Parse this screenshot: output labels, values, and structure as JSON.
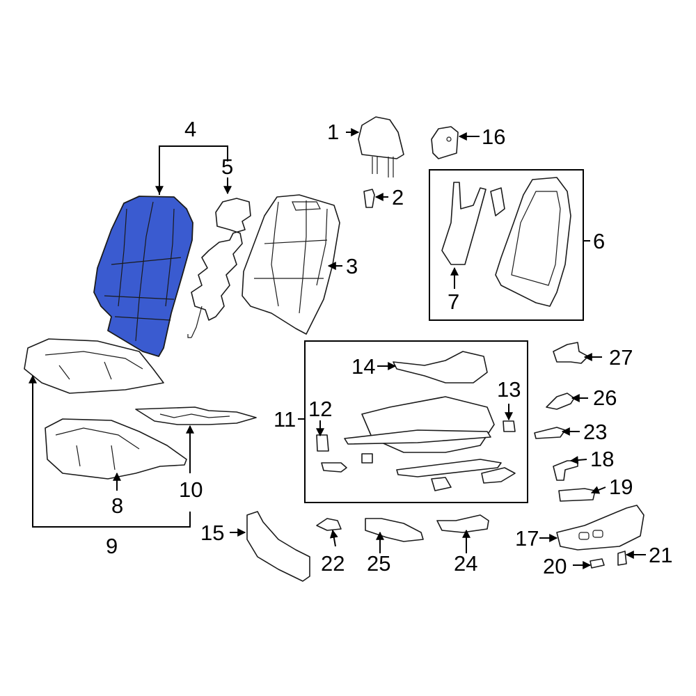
{
  "highlight_color": "#3a5bd0",
  "callouts": {
    "c1": "1",
    "c2": "2",
    "c3": "3",
    "c4": "4",
    "c5": "5",
    "c6": "6",
    "c7": "7",
    "c8": "8",
    "c9": "9",
    "c10": "10",
    "c11": "11",
    "c12": "12",
    "c13": "13",
    "c14": "14",
    "c15": "15",
    "c16": "16",
    "c17": "17",
    "c18": "18",
    "c19": "19",
    "c20": "20",
    "c21": "21",
    "c22": "22",
    "c23": "23",
    "c24": "24",
    "c25": "25",
    "c26": "26",
    "c27": "27"
  }
}
